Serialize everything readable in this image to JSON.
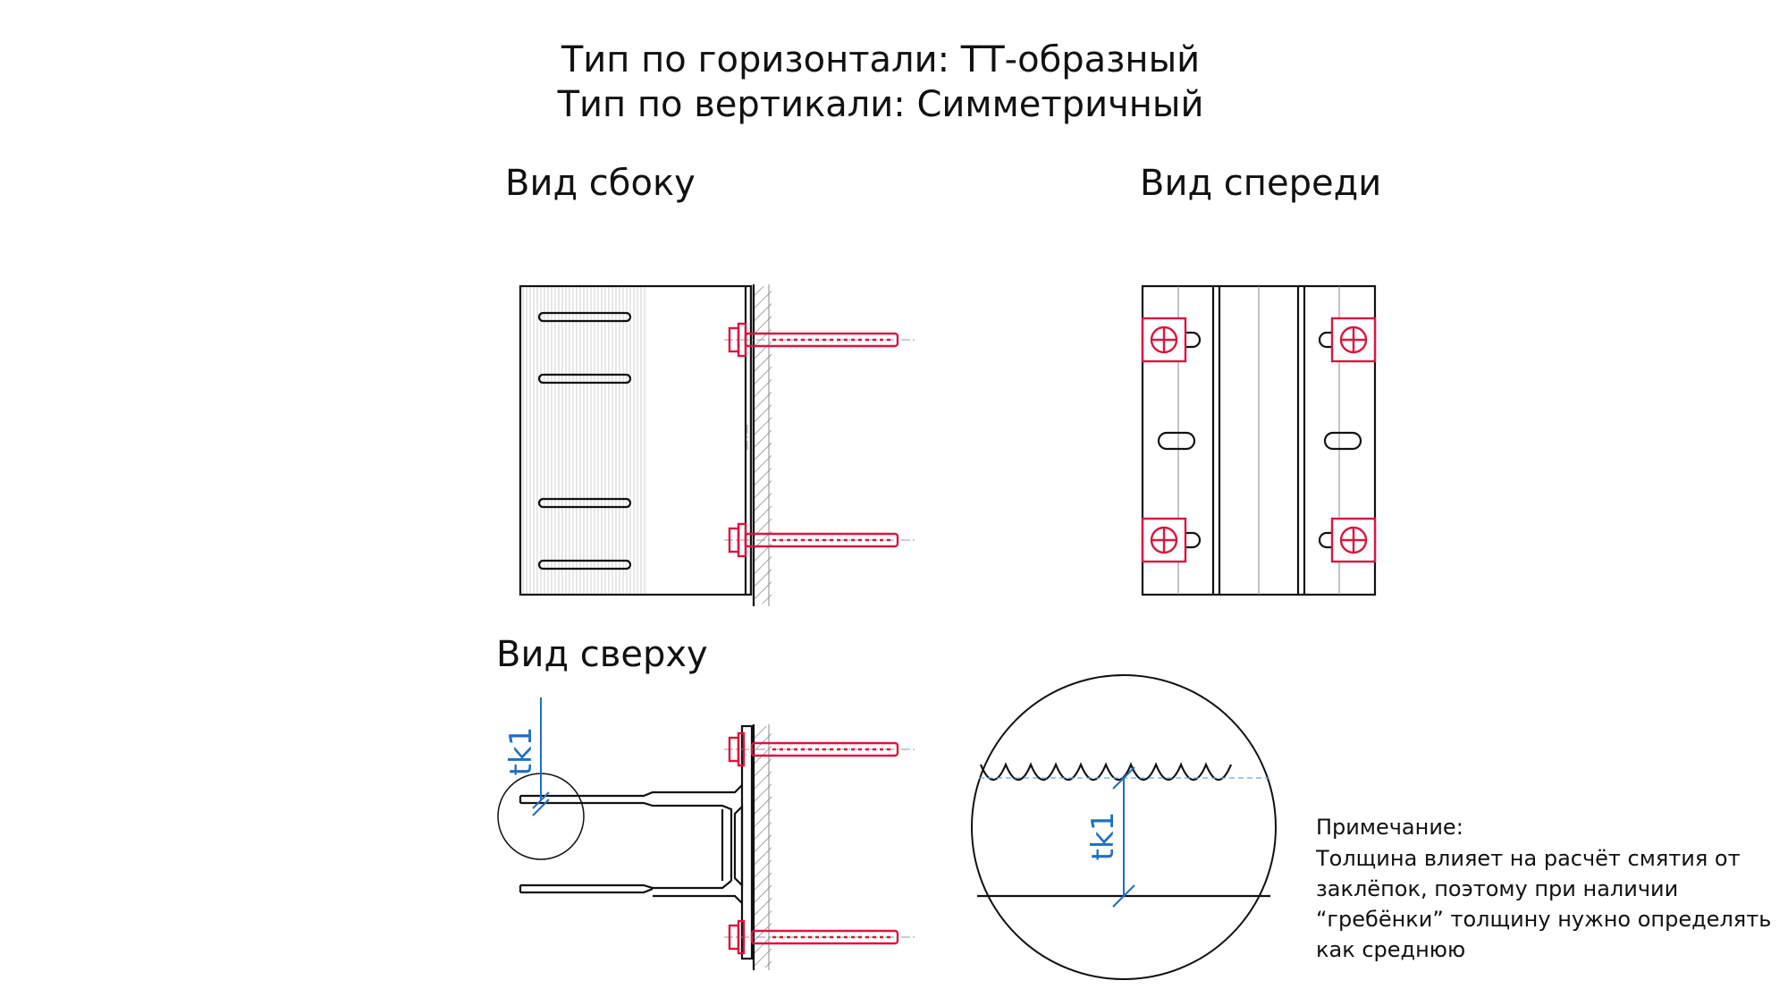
{
  "title": {
    "line1": "Тип по горизонтали: ТТ-образный",
    "line2": "Тип по вертикали: Симметричный"
  },
  "views": {
    "side": "Вид сбоку",
    "front": "Вид спереди",
    "top": "Вид сверху"
  },
  "dimensions": {
    "top_view_label": "tk1",
    "detail_label": "tk1"
  },
  "note": {
    "heading": "Примечание:",
    "lines": [
      "Толщина влияет на расчёт смятия от",
      "заклёпок, поэтому при наличии",
      "“гребёнки” толщину нужно определять",
      "как среднюю"
    ]
  },
  "colors": {
    "outline": "#111111",
    "anchor": "#d9163f",
    "dimension": "#1f6fc2"
  }
}
